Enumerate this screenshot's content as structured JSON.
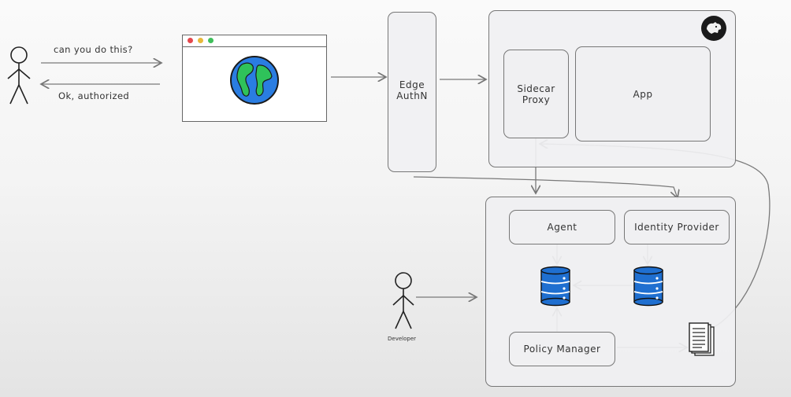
{
  "user_request": {
    "ask_label": "can you do this?",
    "reply_label": "Ok, authorized"
  },
  "edge": {
    "label": "Edge AuthN"
  },
  "app_cluster": {
    "sidecar_label": "Sidecar Proxy",
    "app_label": "App"
  },
  "control_plane": {
    "agent_label": "Agent",
    "idp_label": "Identity Provider",
    "policy_manager_label": "Policy Manager"
  },
  "developer": {
    "label": "Developer"
  },
  "colors": {
    "database": "#1f6fd0",
    "globe_ocean": "#2a7de1",
    "globe_land": "#2fc25a",
    "browser_red": "#e5484d",
    "browser_yellow": "#e8b93a",
    "browser_green": "#3fbf5a"
  }
}
